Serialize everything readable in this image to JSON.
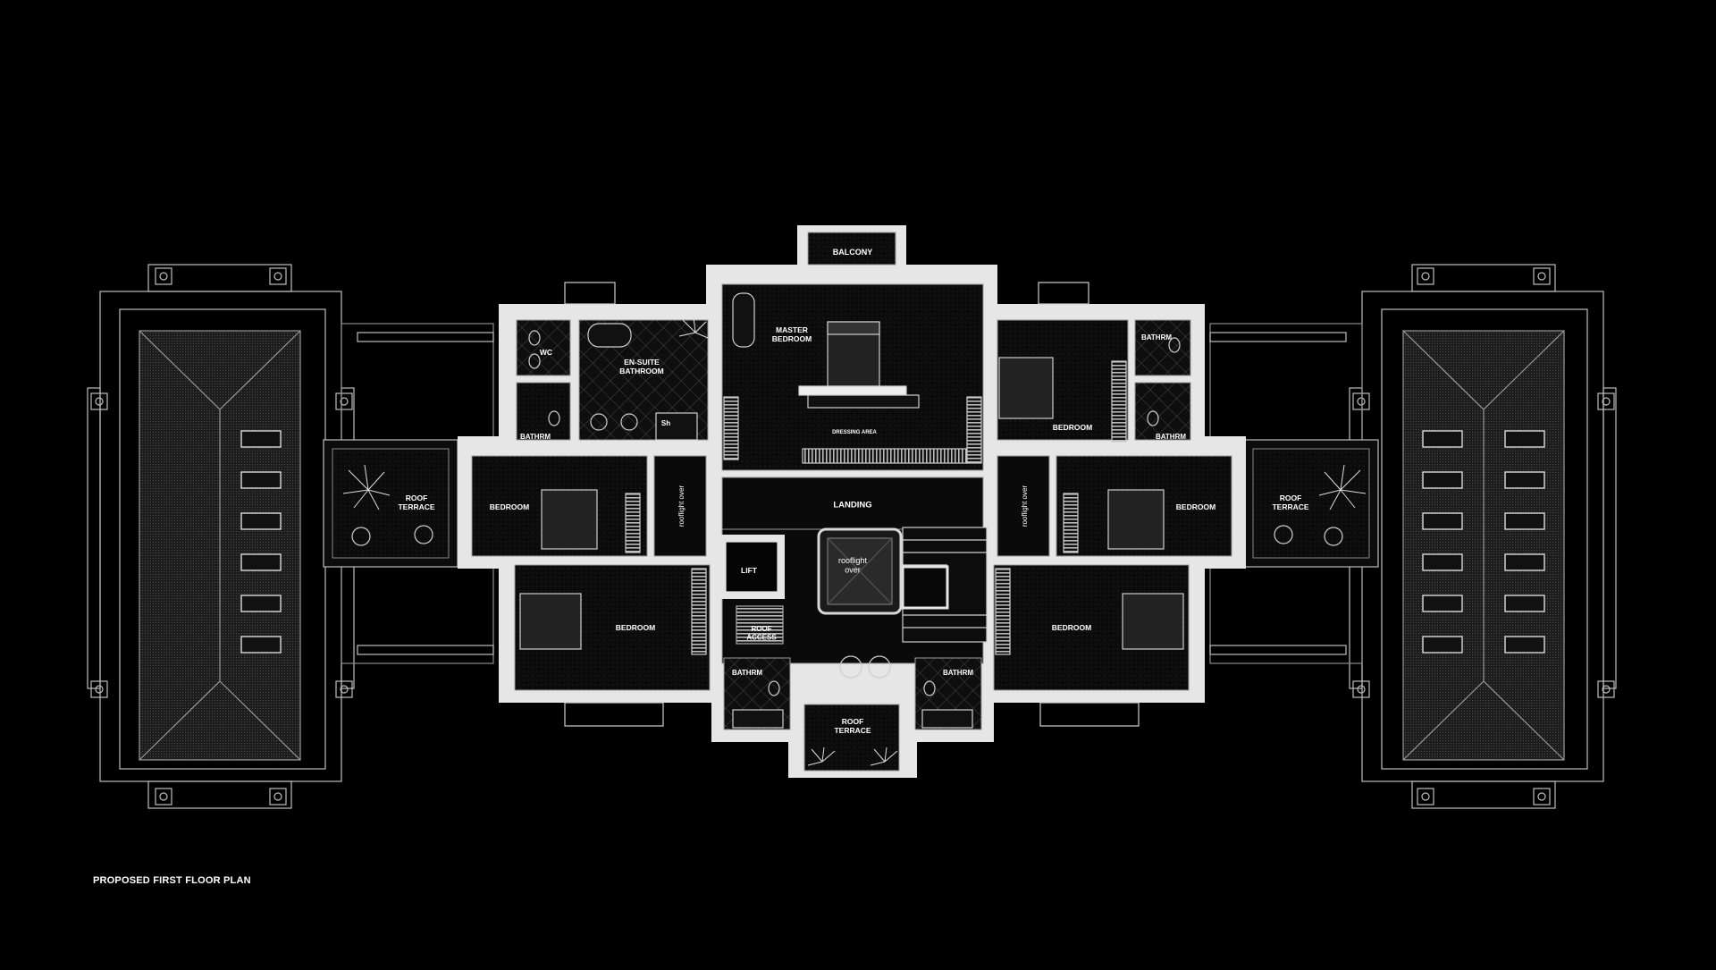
{
  "plan": {
    "title": "PROPOSED FIRST FLOOR PLAN",
    "colors": {
      "background": "#000000",
      "wall": "#e8e8e8",
      "line": "#bdbdbd",
      "roof_fill": "#262626",
      "room_fill": "#0d0d0d"
    },
    "rooms": [
      {
        "id": "balcony",
        "lines": [
          "BALCONY"
        ]
      },
      {
        "id": "master-bedroom",
        "lines": [
          "MASTER",
          "BEDROOM"
        ]
      },
      {
        "id": "dressing-area",
        "lines": [
          "DRESSING AREA"
        ]
      },
      {
        "id": "wc",
        "lines": [
          "WC"
        ]
      },
      {
        "id": "en-suite-bathroom",
        "lines": [
          "EN-SUITE",
          "BATHROOM"
        ]
      },
      {
        "id": "shower",
        "lines": [
          "Sh"
        ]
      },
      {
        "id": "bathrm-left-top",
        "lines": [
          "BATHRM"
        ]
      },
      {
        "id": "bathrm-right-top",
        "lines": [
          "BATHRM"
        ]
      },
      {
        "id": "bedroom-right-top",
        "lines": [
          "BEDROOM"
        ]
      },
      {
        "id": "bathrm-right-mid",
        "lines": [
          "BATHRM"
        ]
      },
      {
        "id": "roof-terrace-left",
        "lines": [
          "ROOF",
          "TERRACE"
        ]
      },
      {
        "id": "bedroom-left-mid",
        "lines": [
          "BEDROOM"
        ]
      },
      {
        "id": "rooflight-over-left",
        "lines": [
          "rooflight over"
        ]
      },
      {
        "id": "landing",
        "lines": [
          "LANDING"
        ]
      },
      {
        "id": "rooflight-over-right",
        "lines": [
          "rooflight over"
        ]
      },
      {
        "id": "bedroom-right-mid",
        "lines": [
          "BEDROOM"
        ]
      },
      {
        "id": "roof-terrace-right",
        "lines": [
          "ROOF",
          "TERRACE"
        ]
      },
      {
        "id": "lift",
        "lines": [
          "LIFT"
        ]
      },
      {
        "id": "rooflight-over-center",
        "lines": [
          "rooflight",
          "over"
        ]
      },
      {
        "id": "bedroom-left-bottom",
        "lines": [
          "BEDROOM"
        ]
      },
      {
        "id": "roof-access",
        "lines": [
          "ROOF",
          "ACCESS"
        ]
      },
      {
        "id": "bedroom-right-bottom",
        "lines": [
          "BEDROOM"
        ]
      },
      {
        "id": "bathrm-left-bottom",
        "lines": [
          "BATHRM"
        ]
      },
      {
        "id": "bathrm-right-bottom",
        "lines": [
          "BATHRM"
        ]
      },
      {
        "id": "roof-terrace-bottom",
        "lines": [
          "ROOF",
          "TERRACE"
        ]
      }
    ]
  }
}
